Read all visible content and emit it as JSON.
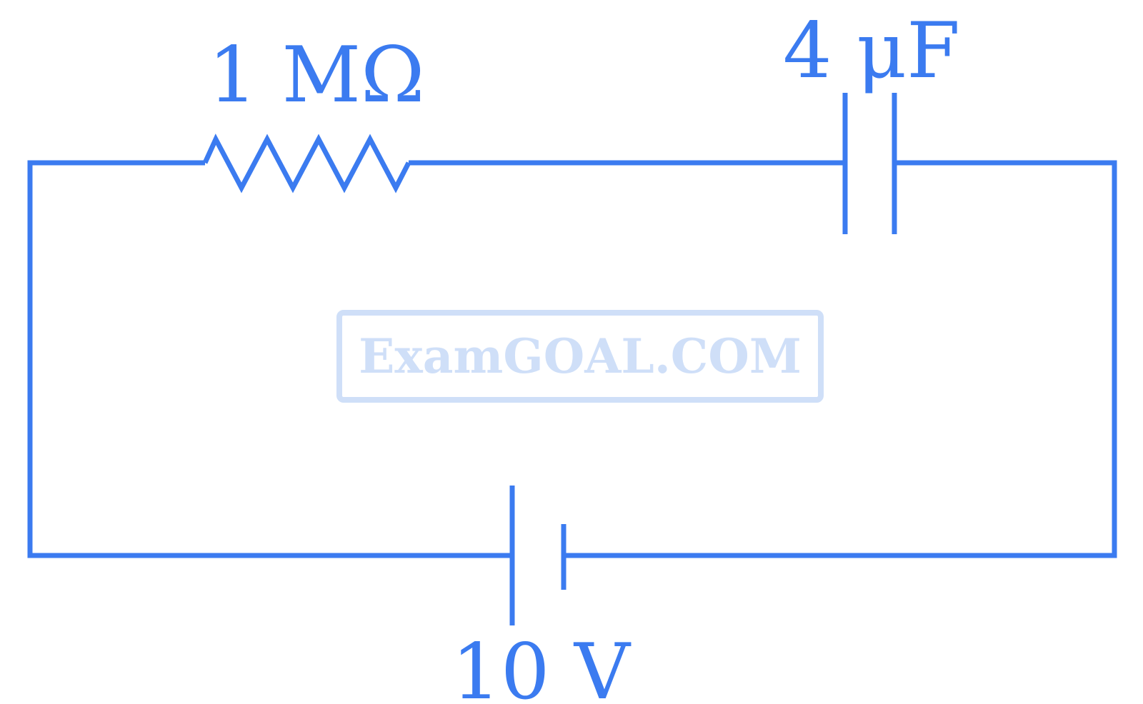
{
  "diagram": {
    "type": "RC series circuit",
    "colors": {
      "wire": "#3b7bf0",
      "watermark": "#cfdff8",
      "background": "#ffffff"
    },
    "components": {
      "resistor": {
        "label": "1 MΩ",
        "value": "1",
        "unit": "MΩ"
      },
      "capacitor": {
        "label": "4 μF",
        "value": "4",
        "unit": "μF"
      },
      "battery": {
        "label": "10 V",
        "value": "10",
        "unit": "V"
      }
    },
    "watermark": {
      "text": "ExamGOAL.COM"
    }
  }
}
